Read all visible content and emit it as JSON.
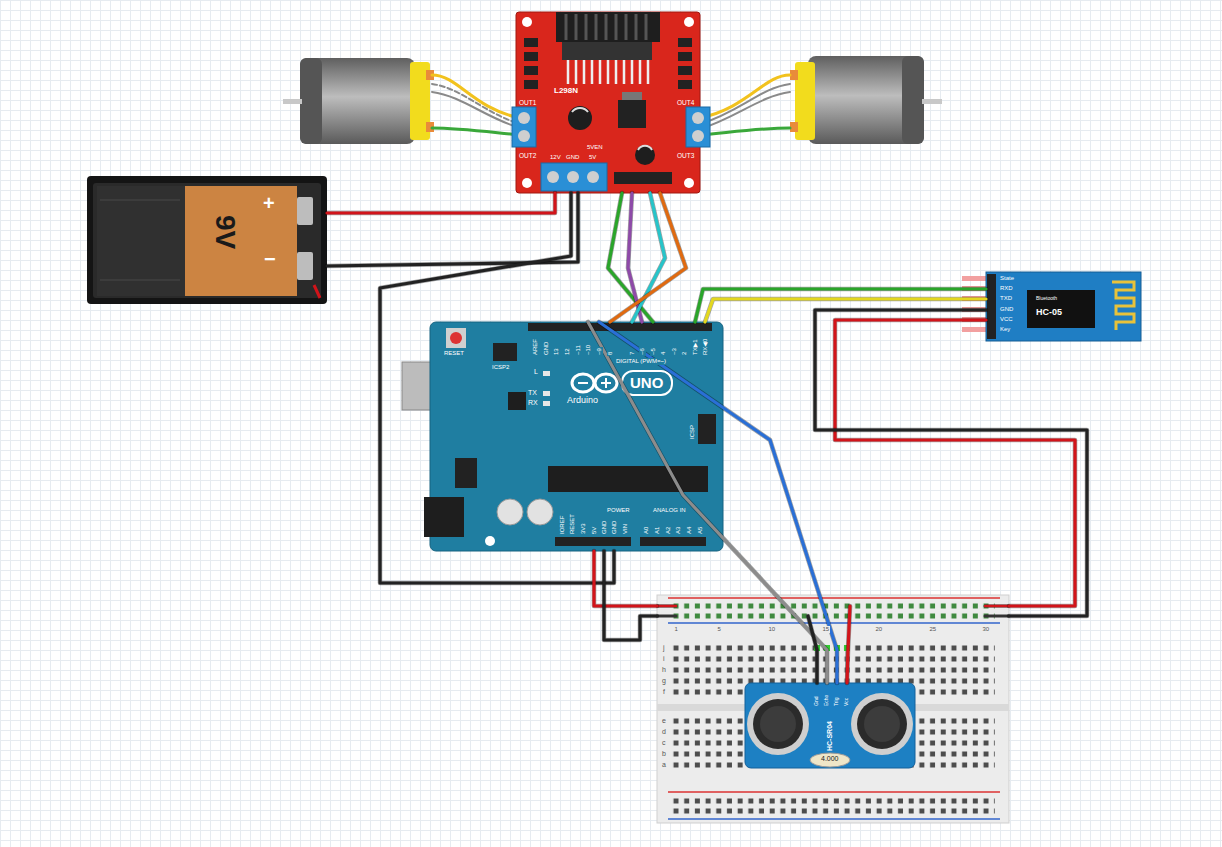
{
  "diagram": {
    "nodes": [
      {
        "text": [
          "L298N",
          "OUT1",
          "OUT2",
          "OUT3",
          "OUT4",
          "12V",
          "GND",
          "5V",
          "5VEN"
        ]
      },
      {
        "text": [
          "9V",
          "+",
          "−"
        ]
      },
      {
        "text": [
          "RESET",
          "ICSP2",
          "AREF",
          "GND",
          "13",
          "12",
          "~11",
          "~10",
          "~9",
          "8",
          "7",
          "~6",
          "~5",
          "4",
          "~3",
          "2",
          "TX▶1",
          "RX◀0",
          "DIGITAL (PWM=~)",
          "L",
          "TX",
          "RX",
          "UNO",
          "Arduino",
          "ICSP",
          "IOREF",
          "RESET",
          "3V3",
          "5V",
          "GND",
          "GND",
          "VIN",
          "POWER",
          "A0",
          "A1",
          "A2",
          "A3",
          "A4",
          "A5",
          "ANALOG IN"
        ]
      },
      {
        "text": [
          "State",
          "RXD",
          "TXD",
          "GND",
          "VCC",
          "Key",
          "Bluetooth",
          "HC-05"
        ]
      },
      {
        "text": [
          "1",
          "5",
          "10",
          "15",
          "20",
          "25",
          "30",
          "j",
          "i",
          "h",
          "g",
          "f",
          "e",
          "d",
          "c",
          "b",
          "a"
        ]
      },
      {
        "text": [
          "Gnd",
          "Echo",
          "Trig",
          "Vcc",
          "HC-SR04",
          "4.000"
        ],
        "in": 4
      }
    ],
    "edges": [
      {
        "from": 1,
        "to": 0,
        "arrow": "none"
      },
      {
        "from": 1,
        "to": 0,
        "arrow": "none"
      },
      {
        "from": 0,
        "to": 2,
        "arrow": "none"
      },
      {
        "from": 0,
        "to": 2,
        "arrow": "none"
      },
      {
        "from": 0,
        "to": 2,
        "arrow": "none"
      },
      {
        "from": 0,
        "to": 2,
        "arrow": "none"
      },
      {
        "from": 0,
        "to": 2,
        "arrow": "none"
      },
      {
        "from": 2,
        "to": 3,
        "arrow": "none"
      },
      {
        "from": 2,
        "to": 3,
        "arrow": "none"
      },
      {
        "from": 2,
        "to": 4,
        "arrow": "none"
      },
      {
        "from": 2,
        "to": 4,
        "arrow": "none"
      },
      {
        "from": 4,
        "to": 3,
        "arrow": "none"
      },
      {
        "from": 4,
        "to": 3,
        "arrow": "none"
      },
      {
        "from": 2,
        "to": 5,
        "arrow": "none"
      },
      {
        "from": 2,
        "to": 5,
        "arrow": "none"
      },
      {
        "from": 4,
        "to": 5,
        "arrow": "none"
      },
      {
        "from": 4,
        "to": 5,
        "arrow": "none"
      }
    ]
  }
}
